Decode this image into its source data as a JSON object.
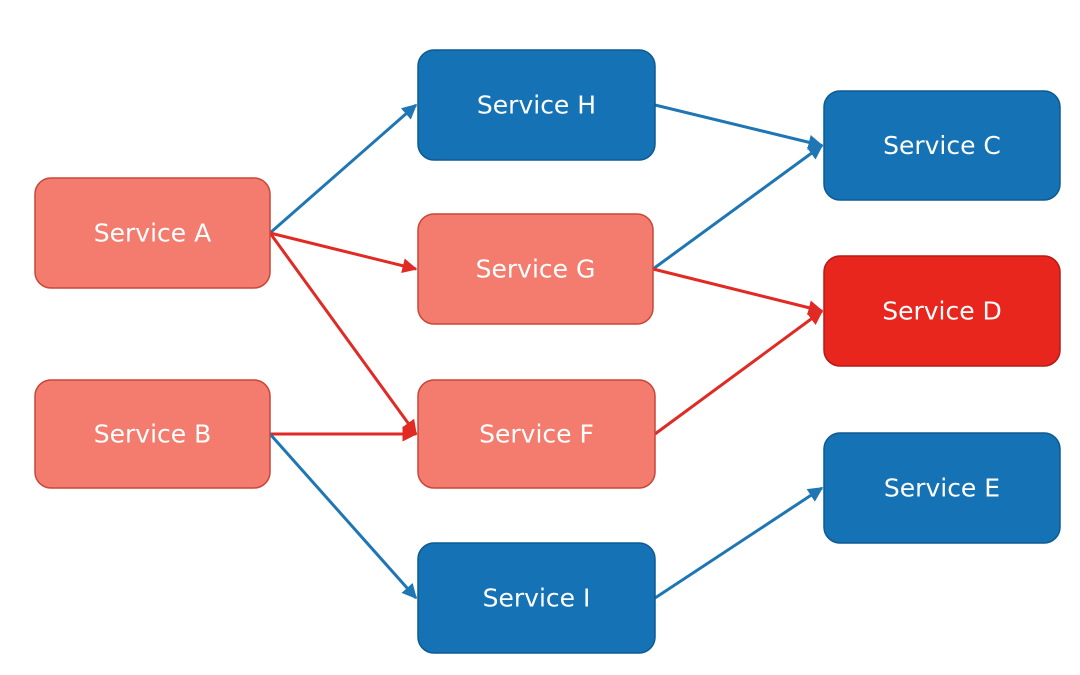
{
  "colors": {
    "blue_fill": "#1472b5",
    "blue_stroke": "#0d5a93",
    "salmon_fill": "#f47c6e",
    "salmon_stroke": "#c8473a",
    "red_fill": "#e8261e",
    "red_stroke": "#b41b15",
    "blue_edge": "#1f76b4",
    "red_edge": "#e12a24"
  },
  "nodes": [
    {
      "id": "a",
      "label": "Service A",
      "style": "salmon"
    },
    {
      "id": "b",
      "label": "Service B",
      "style": "salmon"
    },
    {
      "id": "h",
      "label": "Service H",
      "style": "blue"
    },
    {
      "id": "g",
      "label": "Service G",
      "style": "salmon"
    },
    {
      "id": "f",
      "label": "Service F",
      "style": "salmon"
    },
    {
      "id": "i",
      "label": "Service I",
      "style": "blue"
    },
    {
      "id": "c",
      "label": "Service C",
      "style": "blue"
    },
    {
      "id": "d",
      "label": "Service D",
      "style": "red"
    },
    {
      "id": "e",
      "label": "Service E",
      "style": "blue"
    }
  ],
  "edges": [
    {
      "from": "a",
      "to": "h",
      "style": "blue"
    },
    {
      "from": "a",
      "to": "g",
      "style": "red"
    },
    {
      "from": "a",
      "to": "f",
      "style": "red"
    },
    {
      "from": "b",
      "to": "f",
      "style": "red"
    },
    {
      "from": "b",
      "to": "i",
      "style": "blue"
    },
    {
      "from": "h",
      "to": "c",
      "style": "blue"
    },
    {
      "from": "g",
      "to": "c",
      "style": "blue"
    },
    {
      "from": "g",
      "to": "d",
      "style": "red"
    },
    {
      "from": "f",
      "to": "d",
      "style": "red"
    },
    {
      "from": "i",
      "to": "e",
      "style": "blue"
    }
  ]
}
